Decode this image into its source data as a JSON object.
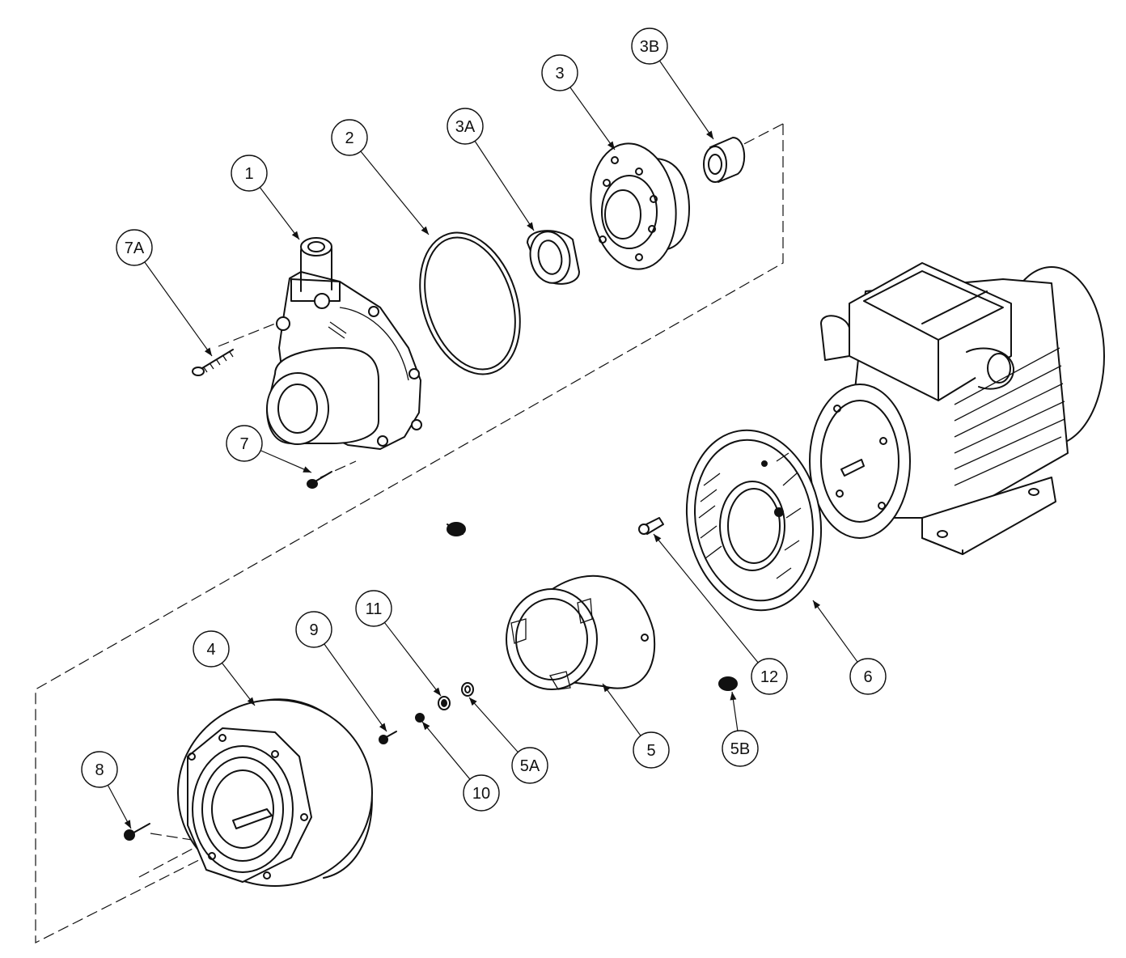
{
  "callouts": [
    {
      "id": "1",
      "label": "1"
    },
    {
      "id": "2",
      "label": "2"
    },
    {
      "id": "3",
      "label": "3"
    },
    {
      "id": "3A",
      "label": "3A"
    },
    {
      "id": "3B",
      "label": "3B"
    },
    {
      "id": "4",
      "label": "4"
    },
    {
      "id": "5",
      "label": "5"
    },
    {
      "id": "5A",
      "label": "5A"
    },
    {
      "id": "5B",
      "label": "5B"
    },
    {
      "id": "6",
      "label": "6"
    },
    {
      "id": "7",
      "label": "7"
    },
    {
      "id": "7A",
      "label": "7A"
    },
    {
      "id": "8",
      "label": "8"
    },
    {
      "id": "9",
      "label": "9"
    },
    {
      "id": "10",
      "label": "10"
    },
    {
      "id": "11",
      "label": "11"
    },
    {
      "id": "12",
      "label": "12"
    }
  ],
  "colors": {
    "line": "#111111",
    "background": "#ffffff"
  }
}
